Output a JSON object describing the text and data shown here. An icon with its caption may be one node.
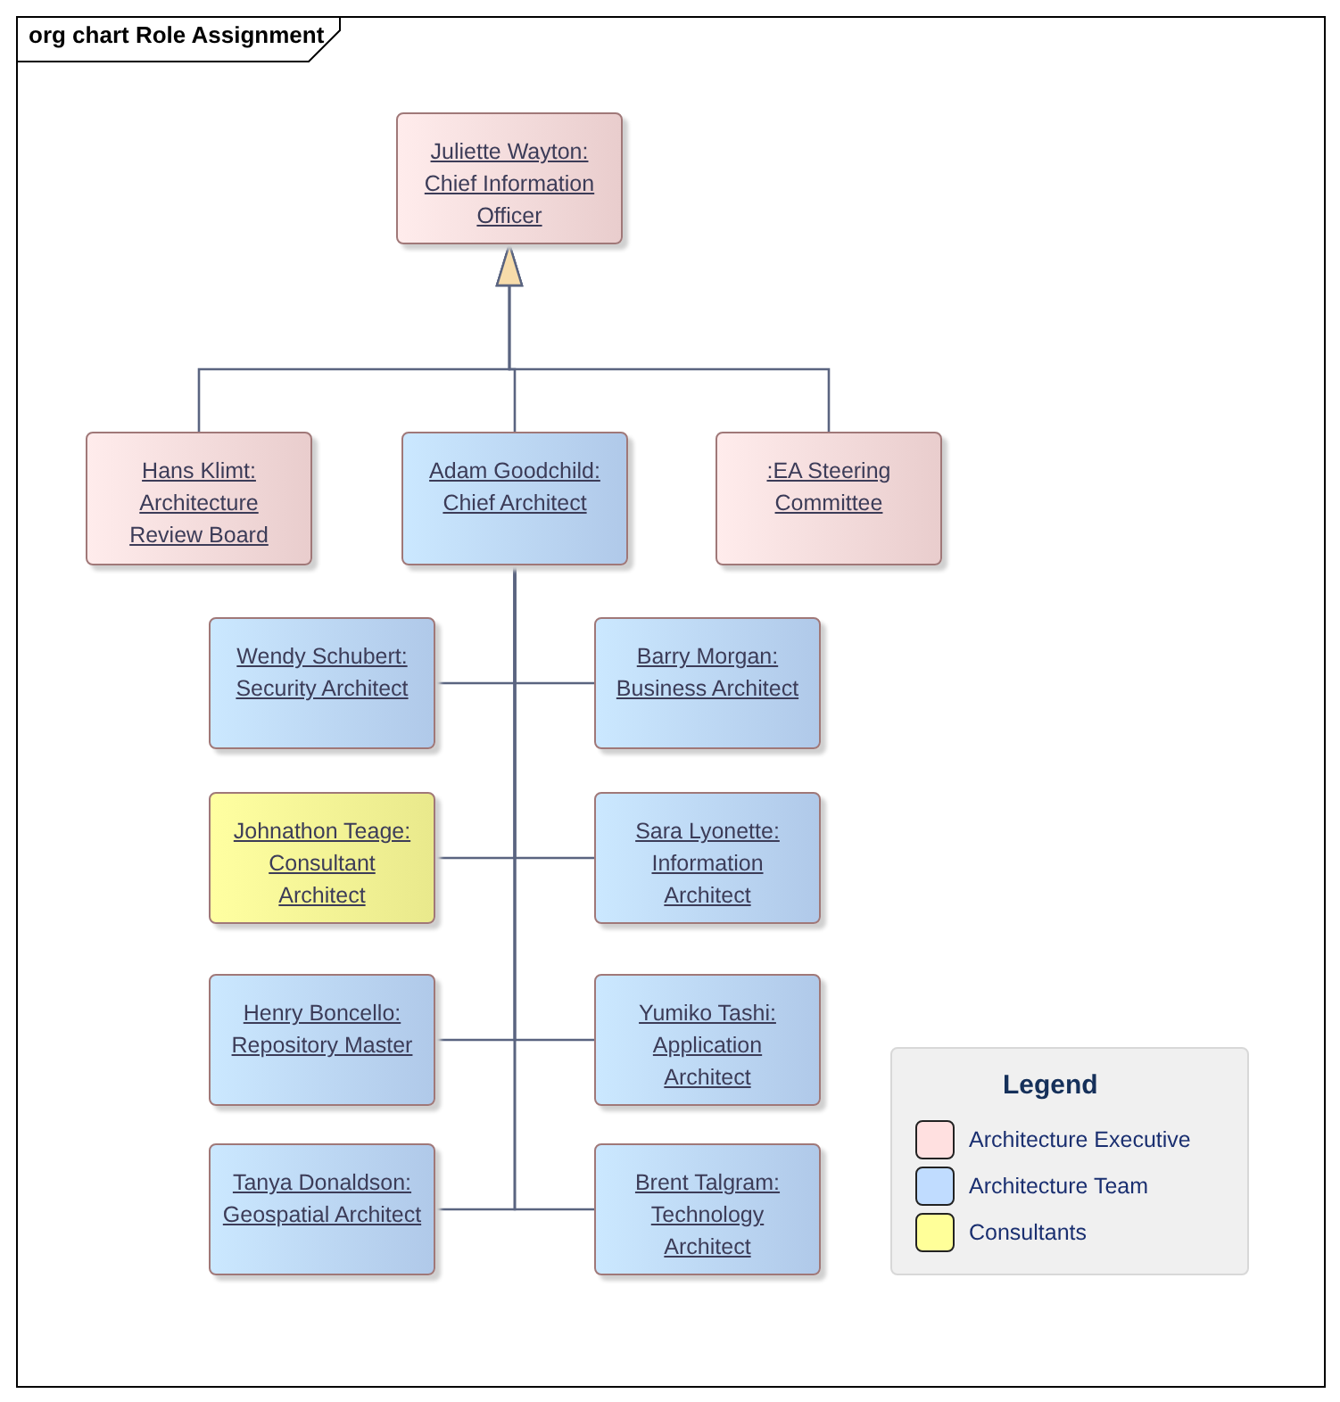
{
  "diagram": {
    "title": "org chart Role Assignment",
    "nodes": [
      {
        "text": [
          "Juliette Wayton: Chief Information Officer"
        ]
      },
      {
        "text": [
          "Hans Klimt: Architecture Review Board"
        ]
      },
      {
        "text": [
          "Adam Goodchild: Chief Architect"
        ]
      },
      {
        "text": [
          ":EA Steering Committee"
        ]
      },
      {
        "text": [
          "Wendy Schubert: Security Architect"
        ]
      },
      {
        "text": [
          "Barry Morgan: Business Architect"
        ]
      },
      {
        "text": [
          "Johnathon Teage: Consultant Architect"
        ]
      },
      {
        "text": [
          "Sara Lyonette: Information Architect"
        ]
      },
      {
        "text": [
          "Henry Boncello: Repository Master"
        ]
      },
      {
        "text": [
          "Yumiko Tashi: Application Architect"
        ]
      },
      {
        "text": [
          "Tanya Donaldson: Geospatial Architect"
        ]
      },
      {
        "text": [
          "Brent Talgram: Technology Architect"
        ]
      }
    ],
    "edges": [
      {
        "from": 1,
        "to": 0,
        "arrow": "to"
      },
      {
        "from": 2,
        "to": 0,
        "arrow": "to"
      },
      {
        "from": 3,
        "to": 0,
        "arrow": "to"
      },
      {
        "from": 2,
        "to": 4,
        "arrow": "none"
      },
      {
        "from": 2,
        "to": 5,
        "arrow": "none"
      },
      {
        "from": 2,
        "to": 6,
        "arrow": "none"
      },
      {
        "from": 2,
        "to": 7,
        "arrow": "none"
      },
      {
        "from": 2,
        "to": 8,
        "arrow": "none"
      },
      {
        "from": 2,
        "to": 9,
        "arrow": "none"
      },
      {
        "from": 2,
        "to": 10,
        "arrow": "none"
      },
      {
        "from": 2,
        "to": 11,
        "arrow": "none"
      }
    ],
    "labels": [
      "Legend"
    ],
    "legend": [
      {
        "text": "Architecture Executive",
        "color": "#ffe0e0"
      },
      {
        "text": "Architecture Team",
        "color": "#c0dcff"
      },
      {
        "text": "Consultants",
        "color": "#ffff99"
      }
    ]
  }
}
